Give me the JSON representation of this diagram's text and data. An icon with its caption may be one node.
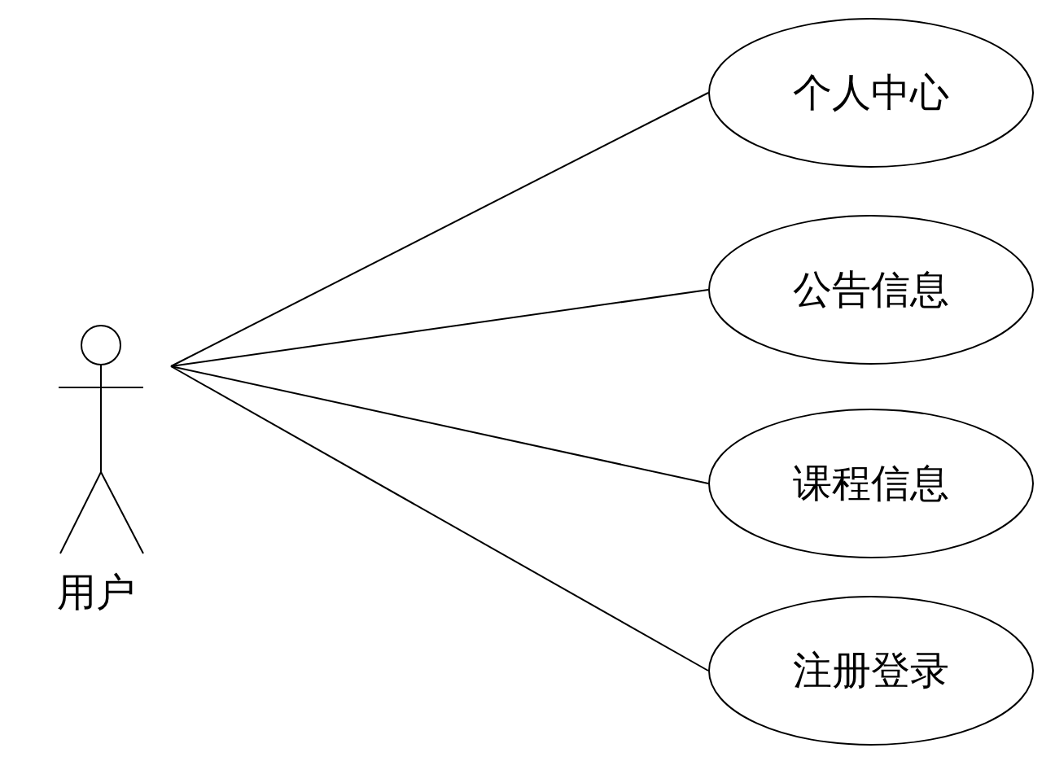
{
  "diagram": {
    "nodes": [
      {
        "text": [
          "用户"
        ]
      },
      {
        "text": [
          "个人中心"
        ]
      },
      {
        "text": [
          "公告信息"
        ]
      },
      {
        "text": [
          "课程信息"
        ]
      },
      {
        "text": [
          "注册登录"
        ]
      }
    ],
    "edges": [
      {
        "from": 0,
        "to": 1,
        "arrow": "none"
      },
      {
        "from": 0,
        "to": 2,
        "arrow": "none"
      },
      {
        "from": 0,
        "to": 3,
        "arrow": "none"
      },
      {
        "from": 0,
        "to": 4,
        "arrow": "none"
      }
    ]
  }
}
